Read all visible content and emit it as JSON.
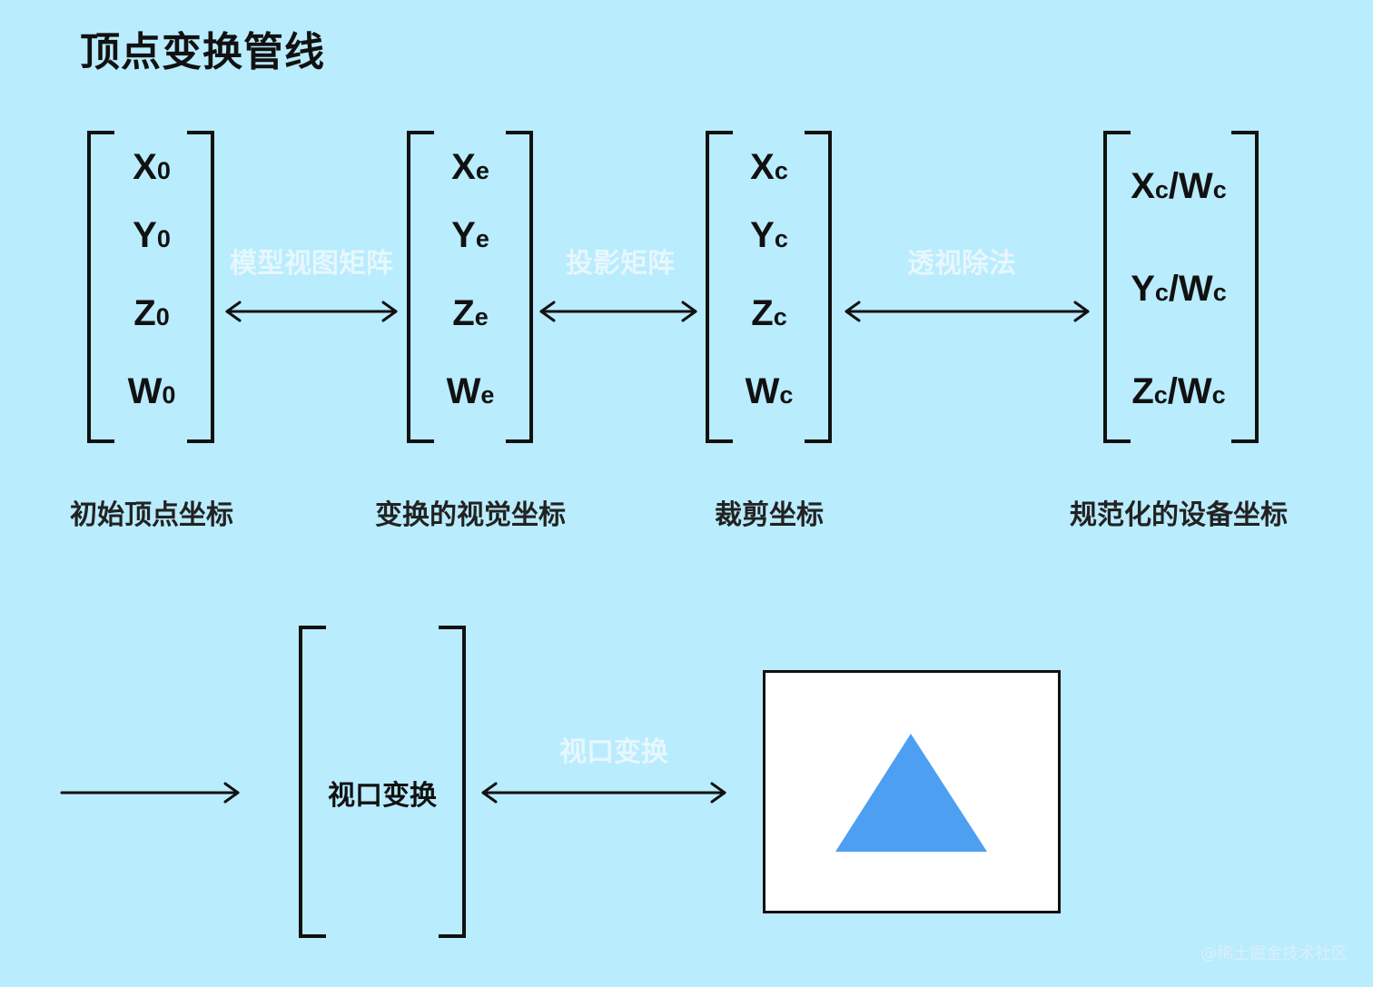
{
  "title": "顶点变换管线",
  "matrices": [
    {
      "entries": [
        {
          "base": "X",
          "sub": "0"
        },
        {
          "base": "Y",
          "sub": "0"
        },
        {
          "base": "Z",
          "sub": "0"
        },
        {
          "base": "W",
          "sub": "0"
        }
      ],
      "caption": "初始顶点坐标"
    },
    {
      "entries": [
        {
          "base": "X",
          "sub": "e"
        },
        {
          "base": "Y",
          "sub": "e"
        },
        {
          "base": "Z",
          "sub": "e"
        },
        {
          "base": "W",
          "sub": "e"
        }
      ],
      "caption": "变换的视觉坐标"
    },
    {
      "entries": [
        {
          "base": "X",
          "sub": "c"
        },
        {
          "base": "Y",
          "sub": "c"
        },
        {
          "base": "Z",
          "sub": "c"
        },
        {
          "base": "W",
          "sub": "c"
        }
      ],
      "caption": "裁剪坐标"
    },
    {
      "entries": [
        {
          "base": "X",
          "sub": "c",
          "tail": "/W",
          "sub2": "c"
        },
        {
          "base": "Y",
          "sub": "c",
          "tail": "/W",
          "sub2": "c"
        },
        {
          "base": "Z",
          "sub": "c",
          "tail": "/W",
          "sub2": "c"
        }
      ],
      "caption": "规范化的设备坐标"
    }
  ],
  "transforms": [
    {
      "label": "模型视图矩阵"
    },
    {
      "label": "投影矩阵"
    },
    {
      "label": "透视除法"
    },
    {
      "label": "视口变换"
    }
  ],
  "viewport_box": {
    "label": "视口变换"
  },
  "screen": {
    "shape": "triangle",
    "fill": "#4d9ff2"
  },
  "watermark": "@稀土掘金技术社区",
  "colors": {
    "background": "#b9ecfd",
    "ink": "#111111",
    "arrow_label": "#e6f7fd",
    "triangle": "#4d9ff2"
  }
}
